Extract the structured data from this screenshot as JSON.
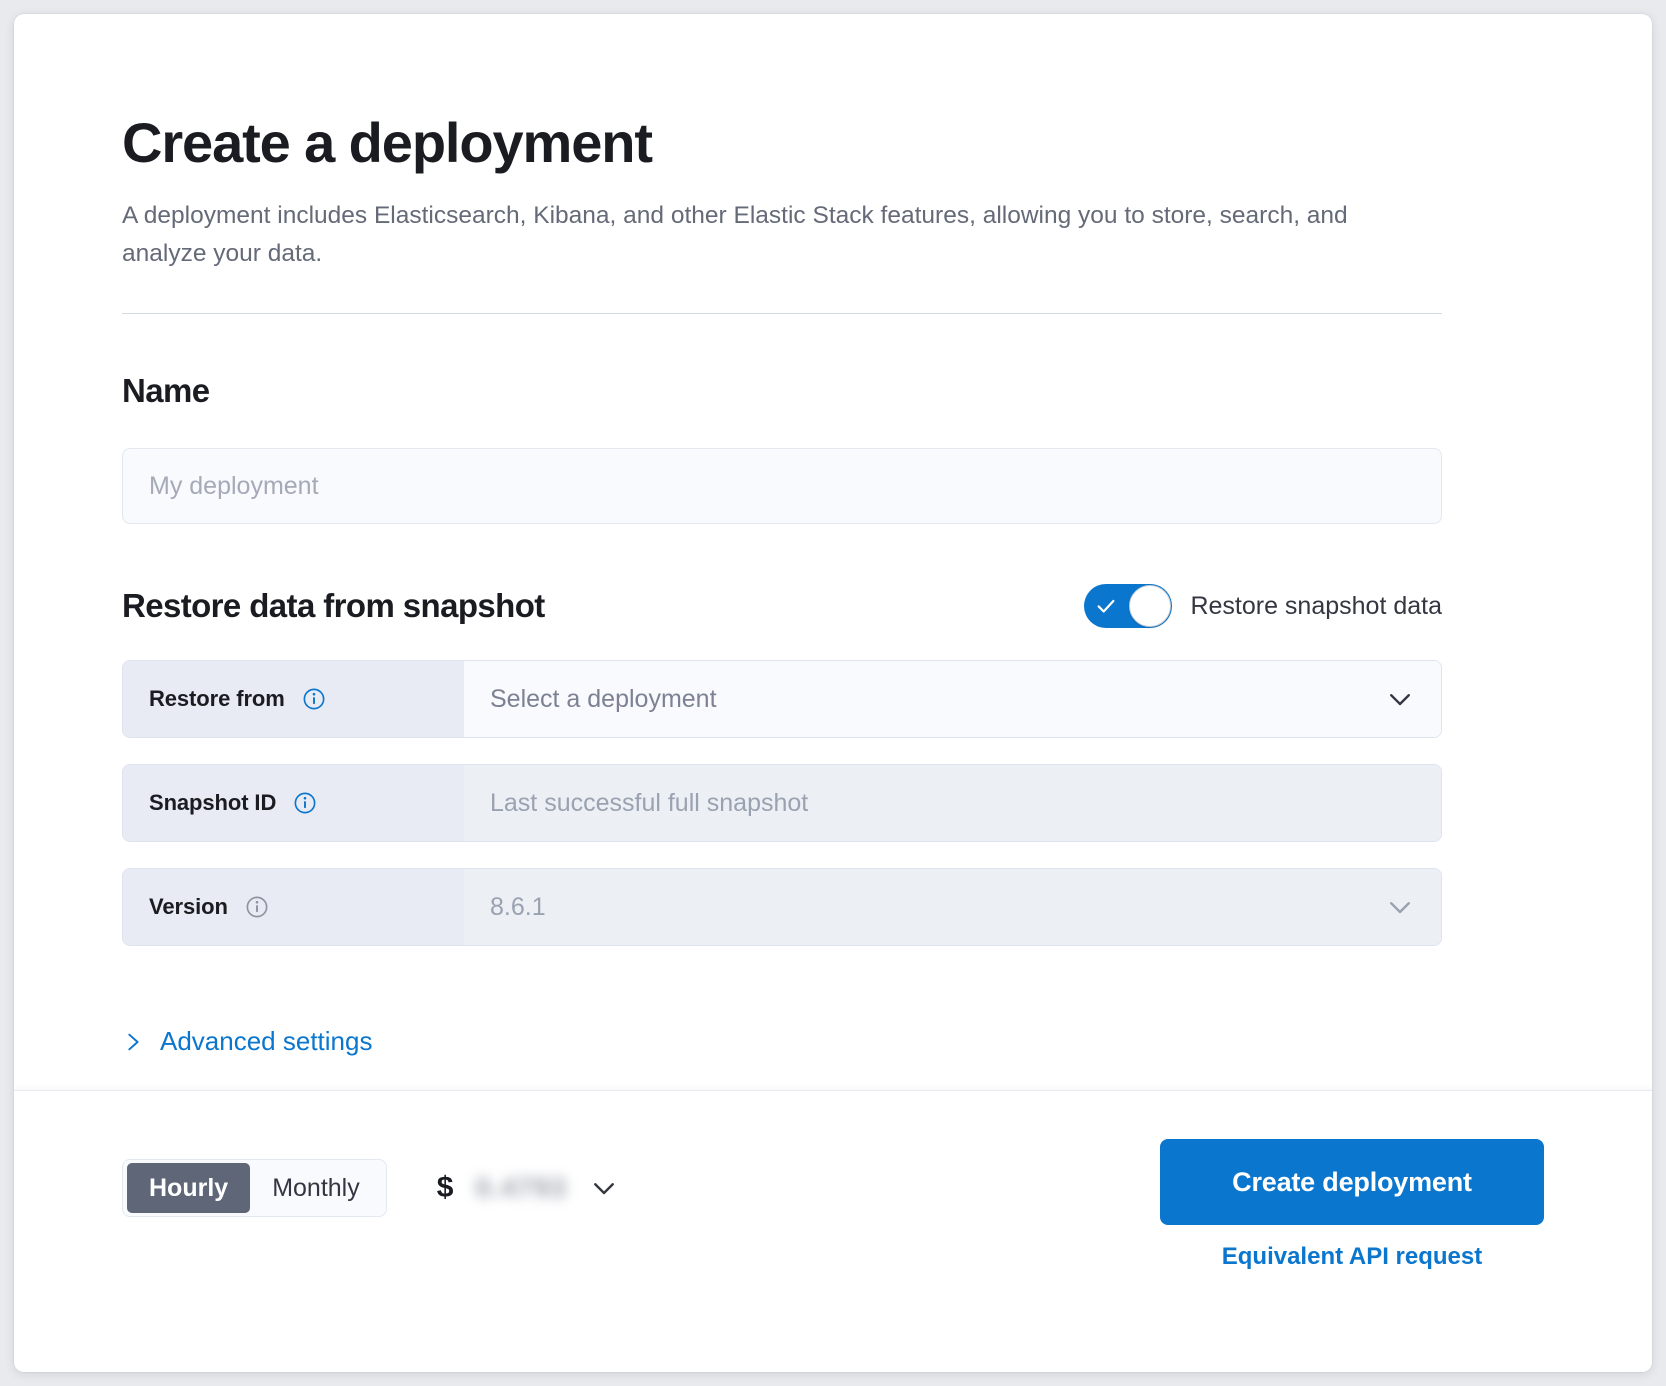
{
  "header": {
    "title": "Create a deployment",
    "description": "A deployment includes Elasticsearch, Kibana, and other Elastic Stack features, allowing you to store, search, and analyze your data."
  },
  "name_section": {
    "title": "Name",
    "input_value": "",
    "input_placeholder": "My deployment"
  },
  "restore_section": {
    "title": "Restore data from snapshot",
    "toggle": {
      "label": "Restore snapshot data",
      "enabled": true,
      "on_color": "#0b76cd"
    },
    "rows": [
      {
        "label": "Restore from",
        "value": "Select a deployment",
        "is_placeholder": true,
        "disabled": false,
        "control": "dropdown",
        "info_icon": "info-icon",
        "info_icon_color": "#0b76cd"
      },
      {
        "label": "Snapshot ID",
        "value": "Last successful full snapshot",
        "is_placeholder": true,
        "disabled": true,
        "control": "text",
        "info_icon": "info-icon",
        "info_icon_color": "#0b76cd"
      },
      {
        "label": "Version",
        "value": "8.6.1",
        "is_placeholder": false,
        "disabled": true,
        "control": "dropdown",
        "info_icon": "info-icon",
        "info_icon_color": "#8d93a1"
      }
    ]
  },
  "advanced": {
    "label": "Advanced settings",
    "icon": "chevron-right-icon",
    "color": "#0b76cd"
  },
  "footer": {
    "billing_options": [
      "Hourly",
      "Monthly"
    ],
    "billing_selected": "Hourly",
    "price_currency_symbol": "$",
    "price_value": "0.4793",
    "price_obscured": true,
    "price_chevron": "chevron-down-icon",
    "create_button_label": "Create deployment",
    "api_link_label": "Equivalent API request",
    "accent_color": "#0b76cd"
  }
}
